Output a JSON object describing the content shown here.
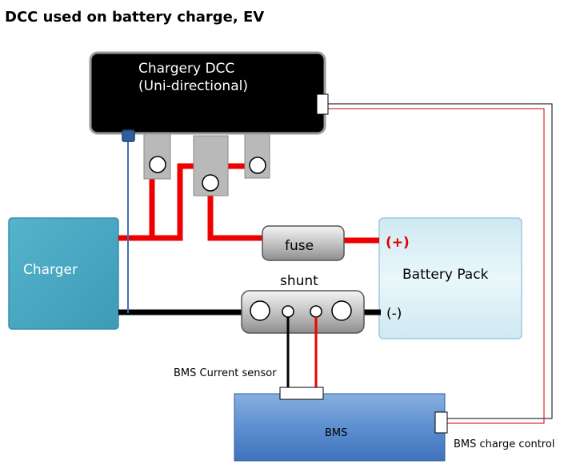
{
  "title": "DCC used on battery charge, EV",
  "dcc": {
    "line1": "Chargery DCC",
    "line2": "(Uni-directional)"
  },
  "charger": {
    "label": "Charger"
  },
  "battery": {
    "label": "Battery Pack",
    "positive": "(+)",
    "negative": "(-)"
  },
  "fuse": {
    "label": "fuse"
  },
  "shunt": {
    "label": "shunt"
  },
  "bms": {
    "label": "BMS",
    "current_sensor": "BMS Current sensor",
    "charge_control": "BMS charge control"
  },
  "colors": {
    "red_wire": "#ee0000",
    "black_wire": "#000000",
    "blue_wire": "#3f6fb8",
    "dcc_body": "#000000",
    "charger_fill": "#4aa7c2",
    "battery_fill": "#d8eef5",
    "bms_fill": "#5b8fd0",
    "plus_red": "#e00000"
  }
}
